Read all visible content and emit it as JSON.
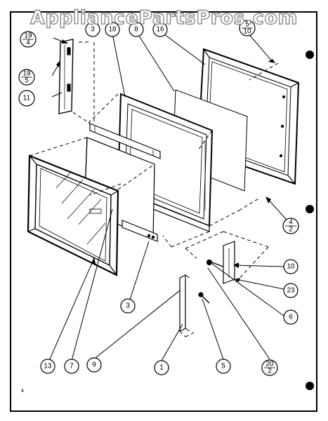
{
  "watermark": "AppliancePartsPros.com",
  "corner_mark": "4",
  "callouts": {
    "c_19_4": {
      "num": "19",
      "den": "4"
    },
    "c_19_5": {
      "num": "19",
      "den": "5"
    },
    "c_11": "11",
    "c_3_top": "3",
    "c_18": "18",
    "c_8": "8",
    "c_16": "16",
    "c_5_10": {
      "num": "5",
      "den": "10"
    },
    "c_4_2": {
      "num": "4",
      "den": "2"
    },
    "c_10": "10",
    "c_23": "23",
    "c_6": "6",
    "c_20_2": {
      "num": "20",
      "den": "2"
    },
    "c_5": "5",
    "c_1": "1",
    "c_9": "9",
    "c_7": "7",
    "c_13": "13",
    "c_3_bottom": "3"
  },
  "colors": {
    "ink": "#000000",
    "paper": "#ffffff",
    "watermark_outline": "#8a8a8a"
  }
}
